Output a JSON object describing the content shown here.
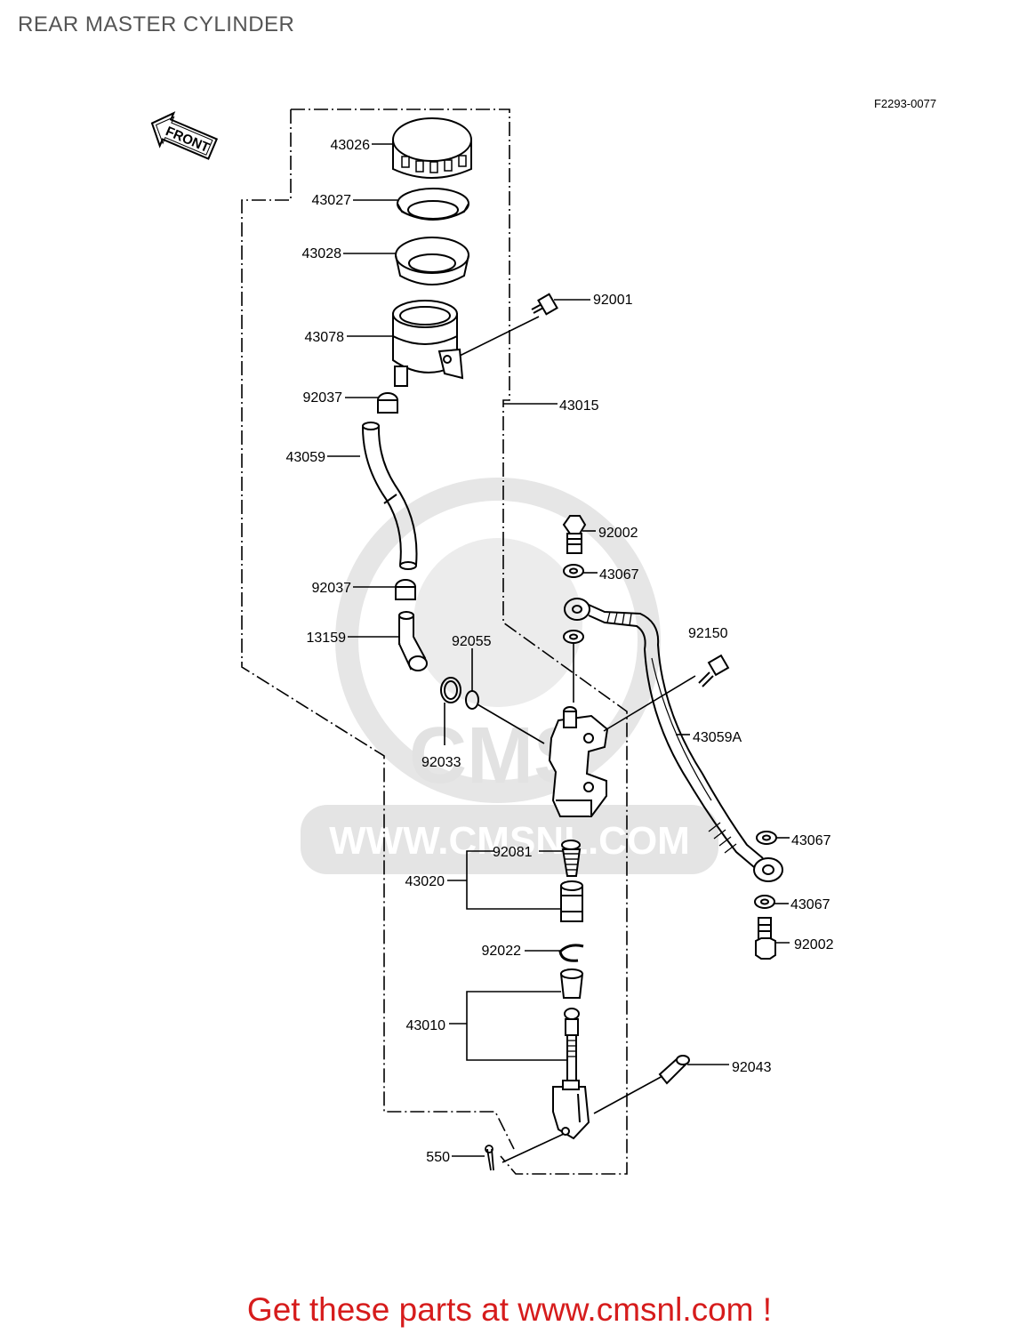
{
  "title": "REAR MASTER CYLINDER",
  "figure_code": "F2293-0077",
  "front_label": "FRONT",
  "watermark": "WWW.CMSNL.COM",
  "watermark_logo": "CMS",
  "footer": "Get these parts at www.cmsnl.com !",
  "colors": {
    "footer": "#d61c1c",
    "title": "#555555",
    "watermark": "#e2e2e2"
  },
  "labels": {
    "p43026": "43026",
    "p43027": "43027",
    "p43028": "43028",
    "p92001": "92001",
    "p43078": "43078",
    "p92037a": "92037",
    "p43015": "43015",
    "p43059": "43059",
    "p92002a": "92002",
    "p43067a": "43067",
    "p92037b": "92037",
    "p92150": "92150",
    "p13159": "13159",
    "p92055": "92055",
    "p43059A": "43059A",
    "p92033": "92033",
    "p43067b": "43067",
    "p92081": "92081",
    "p43020": "43020",
    "p43067c": "43067",
    "p92002b": "92002",
    "p92022": "92022",
    "p43010": "43010",
    "p92043": "92043",
    "p550": "550"
  }
}
